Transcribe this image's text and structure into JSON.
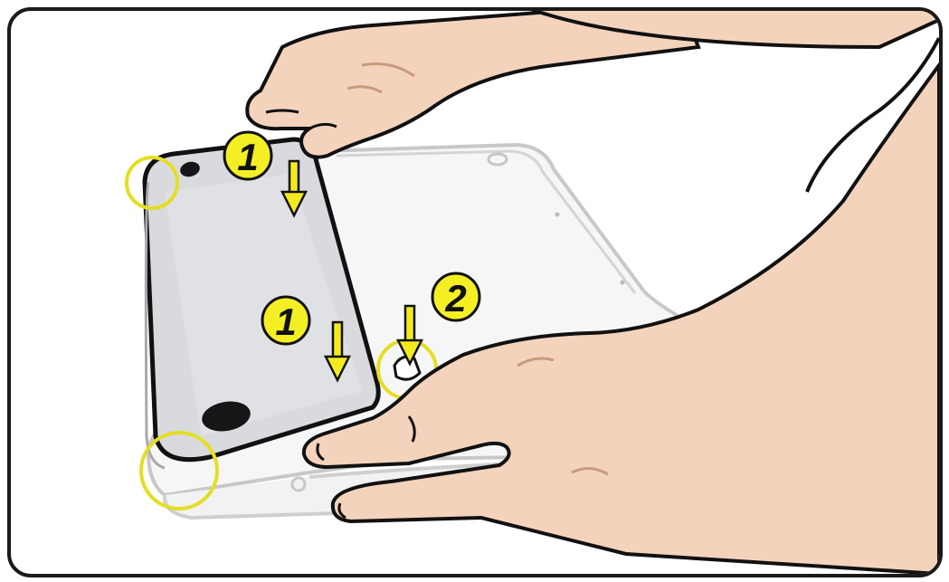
{
  "illustration": {
    "description_icon": "bottom-case-install-icon",
    "callouts": [
      {
        "label": "1"
      },
      {
        "label": "1"
      },
      {
        "label": "2"
      }
    ]
  },
  "colors": {
    "callout_fill": "#f4ee24",
    "highlight_ring": "#e4de24",
    "arrow": "#f2ea1e",
    "skin": "#f4d3bd",
    "panel": "#d6d7da",
    "outline": "#111111"
  }
}
